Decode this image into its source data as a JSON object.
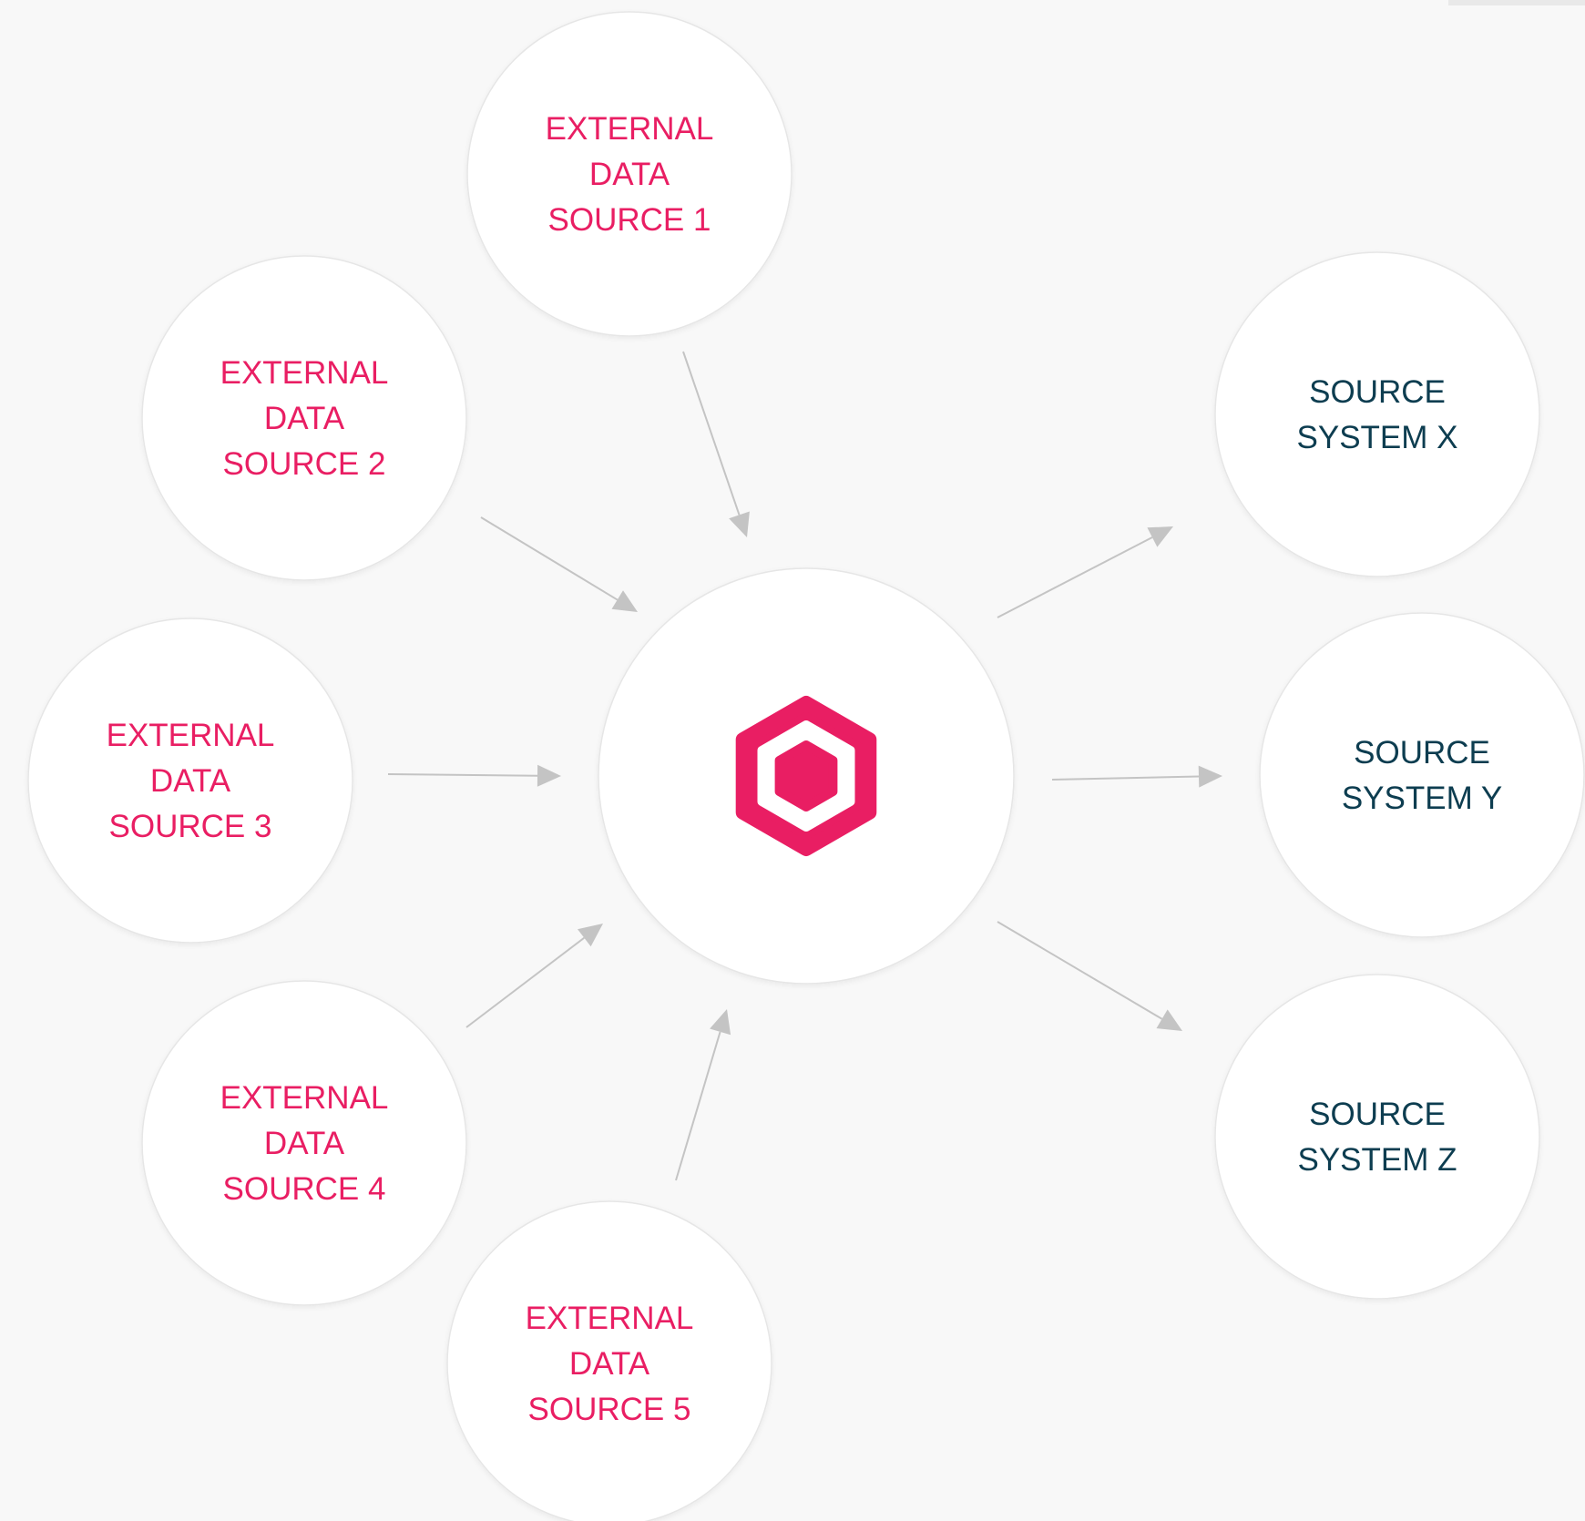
{
  "diagram": {
    "hub": {
      "icon": "hexagon-logo-icon"
    },
    "sources": [
      {
        "lines": [
          "EXTERNAL",
          "DATA",
          "SOURCE 1"
        ]
      },
      {
        "lines": [
          "EXTERNAL",
          "DATA",
          "SOURCE 2"
        ]
      },
      {
        "lines": [
          "EXTERNAL",
          "DATA",
          "SOURCE 3"
        ]
      },
      {
        "lines": [
          "EXTERNAL",
          "DATA",
          "SOURCE 4"
        ]
      },
      {
        "lines": [
          "EXTERNAL",
          "DATA",
          "SOURCE 5"
        ]
      }
    ],
    "targets": [
      {
        "lines": [
          "SOURCE",
          "SYSTEM X"
        ]
      },
      {
        "lines": [
          "SOURCE",
          "SYSTEM Y"
        ]
      },
      {
        "lines": [
          "SOURCE",
          "SYSTEM Z"
        ]
      }
    ]
  },
  "colors": {
    "accent": "#e91e63",
    "target_text": "#0d3d50",
    "connector": "#c4c4c4",
    "background": "#f8f8f8"
  }
}
